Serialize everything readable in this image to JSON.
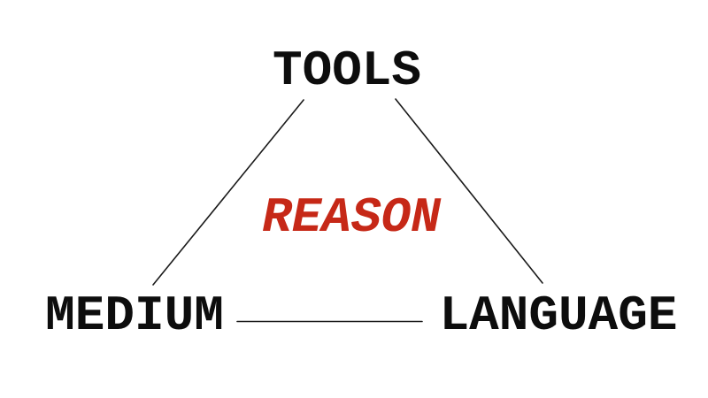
{
  "diagram": {
    "background": "#ffffff",
    "edge_color": "#1a1a1a",
    "nodes": {
      "top": {
        "label": "TOOLS",
        "color": "#0d0d0d"
      },
      "center": {
        "label": "REASON",
        "color": "#c62817"
      },
      "bottom_left": {
        "label": "MEDIUM",
        "color": "#0d0d0d"
      },
      "bottom_right": {
        "label": "LANGUAGE",
        "color": "#0d0d0d"
      }
    },
    "edges": [
      {
        "from": "TOOLS",
        "to": "MEDIUM"
      },
      {
        "from": "TOOLS",
        "to": "LANGUAGE"
      },
      {
        "from": "MEDIUM",
        "to": "LANGUAGE"
      }
    ]
  }
}
